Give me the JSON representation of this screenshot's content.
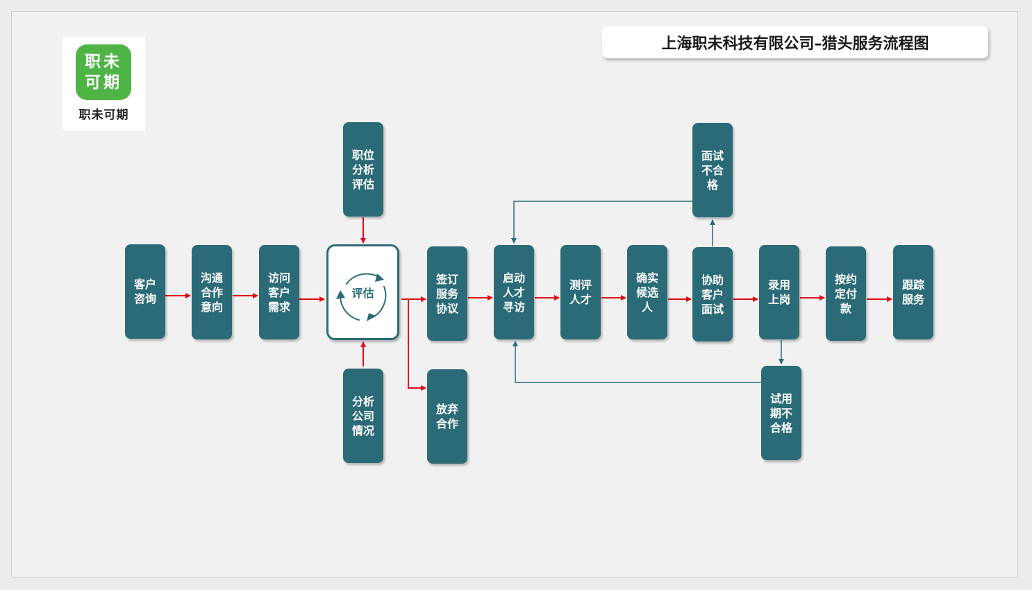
{
  "title": "上海职未科技有限公司–猎头服务流程图",
  "logo": {
    "line1": "职未",
    "line2": "可期",
    "caption": "职未可期"
  },
  "colors": {
    "node": "#2b6b77",
    "main_arrow": "#e30613",
    "feedback_arrow": "#2b6b77",
    "logo_green": "#4fb446"
  },
  "evaluation": {
    "label": "评估",
    "icon": "cycle-arrows-icon"
  },
  "nodes": {
    "consult": "客户咨询",
    "communicate": "沟通合作意向",
    "visit": "访问客户需求",
    "position_analysis": "职位分析评估",
    "company_analysis": "分析公司情况",
    "sign": "签订服务协议",
    "abandon": "放弃合作",
    "search": "启动人才寻访",
    "assess": "测评人才",
    "confirm": "确实候选人",
    "interview": "协助客户面试",
    "interview_fail": "面试不合格",
    "hire": "录用上岗",
    "probation_fail": "试用期不合格",
    "payment": "按约定付款",
    "followup": "跟踪服务"
  }
}
